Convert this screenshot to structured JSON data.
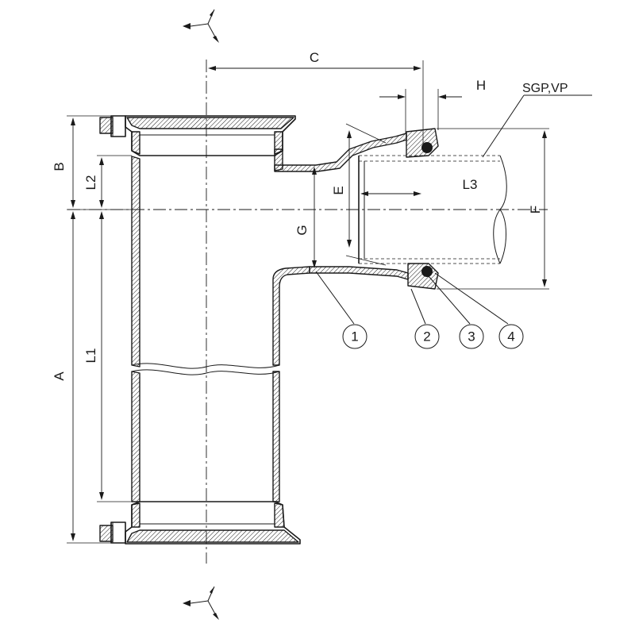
{
  "dimensions": {
    "A": "A",
    "B": "B",
    "C": "C",
    "E": "E",
    "F": "F",
    "G": "G",
    "H": "H",
    "L1": "L1",
    "L2": "L2",
    "L3": "L3"
  },
  "notes": {
    "pipe_type": "SGP,VP"
  },
  "parts": [
    {
      "number": "1"
    },
    {
      "number": "2"
    },
    {
      "number": "3"
    },
    {
      "number": "4"
    }
  ]
}
